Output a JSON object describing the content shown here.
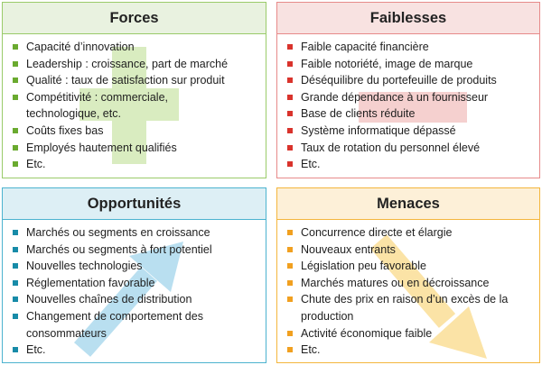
{
  "quadrants": [
    {
      "title": "Forces",
      "bullet_color": "#6aaa2f",
      "watermark_color": "#d9ecc0",
      "watermark_icon": "plus-icon",
      "items": [
        "Capacité d’innovation",
        "Leadership : croissance, part de marché",
        "Qualité : taux de satisfaction sur produit",
        "Compétitivité : commerciale, technologique, etc.",
        "Coûts fixes bas",
        "Employés hautement qualifiés",
        "Etc."
      ]
    },
    {
      "title": "Faiblesses",
      "bullet_color": "#d9332c",
      "watermark_color": "#f5d0cf",
      "watermark_icon": "minus-icon",
      "items": [
        "Faible capacité financière",
        "Faible notoriété, image de marque",
        "Déséquilibre du portefeuille de produits",
        "Grande dépendance à un fournisseur",
        "Base de clients réduite",
        "Système informatique dépassé",
        "Taux de rotation du personnel élevé",
        "Etc."
      ]
    },
    {
      "title": "Opportunités",
      "bullet_color": "#178ba8",
      "watermark_color": "#b9dff0",
      "watermark_icon": "arrow-up-right-icon",
      "items": [
        "Marchés ou segments en croissance",
        "Marchés ou segments à fort potentiel",
        "Nouvelles technologies",
        "Réglementation favorable",
        "Nouvelles chaînes de distribution",
        "Changement de comportement des consommateurs",
        "Etc."
      ]
    },
    {
      "title": "Menaces",
      "bullet_color": "#f1a020",
      "watermark_color": "#fbe3a6",
      "watermark_icon": "arrow-down-right-icon",
      "items": [
        "Concurrence directe et élargie",
        "Nouveaux entrants",
        "Législation peu favorable",
        "Marchés matures ou en décroissance",
        "Chute des prix en raison d’un excès de la production",
        "Activité économique faible",
        "Etc."
      ]
    }
  ]
}
